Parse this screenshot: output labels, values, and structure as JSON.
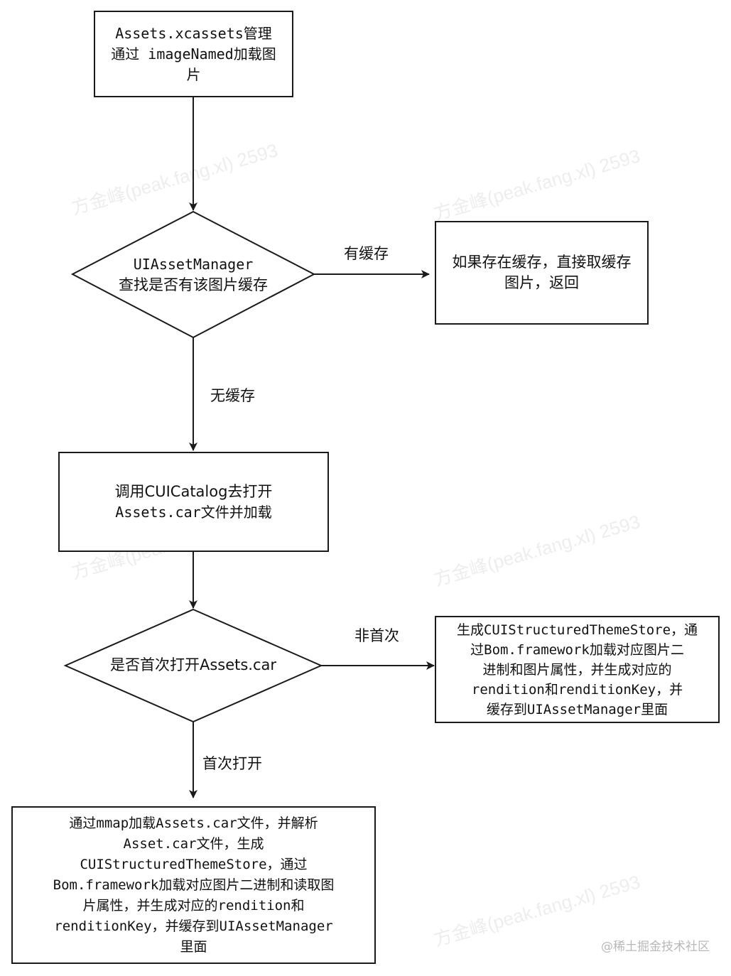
{
  "nodes": {
    "start": {
      "lines": [
        "Assets.xcassets管理",
        "通过 imageNamed加载图",
        "片"
      ]
    },
    "check_cache": {
      "lines": [
        "UIAssetManager",
        "查找是否有该图片缓存"
      ]
    },
    "return_cached": {
      "lines": [
        "如果存在缓存，直接取缓存",
        "图片，返回"
      ]
    },
    "open_catalog": {
      "lines": [
        "调用CUICatalog去打开",
        "Assets.car文件并加载"
      ]
    },
    "first_open_check": {
      "lines": [
        "是否首次打开Assets.car"
      ]
    },
    "not_first": {
      "lines": [
        "生成CUIStructuredThemeStore，通",
        "过Bom.framework加载对应图片二",
        "进制和图片属性，并生成对应的",
        "rendition和renditionKey，并",
        "缓存到UIAssetManager里面"
      ]
    },
    "first": {
      "lines": [
        "通过mmap加载Assets.car文件，并解析",
        "Asset.car文件，生成",
        "CUIStructuredThemeStore，通过",
        "Bom.framework加载对应图片二进制和读取图",
        "片属性，并生成对应的rendition和",
        "renditionKey，并缓存到UIAssetManager",
        "里面"
      ]
    }
  },
  "edges": {
    "has_cache": "有缓存",
    "no_cache": "无缓存",
    "not_first_open": "非首次",
    "first_open": "首次打开"
  },
  "watermark": "方金峰(peak.fang.xl) 2593",
  "credit": "@稀土掘金技术社区"
}
